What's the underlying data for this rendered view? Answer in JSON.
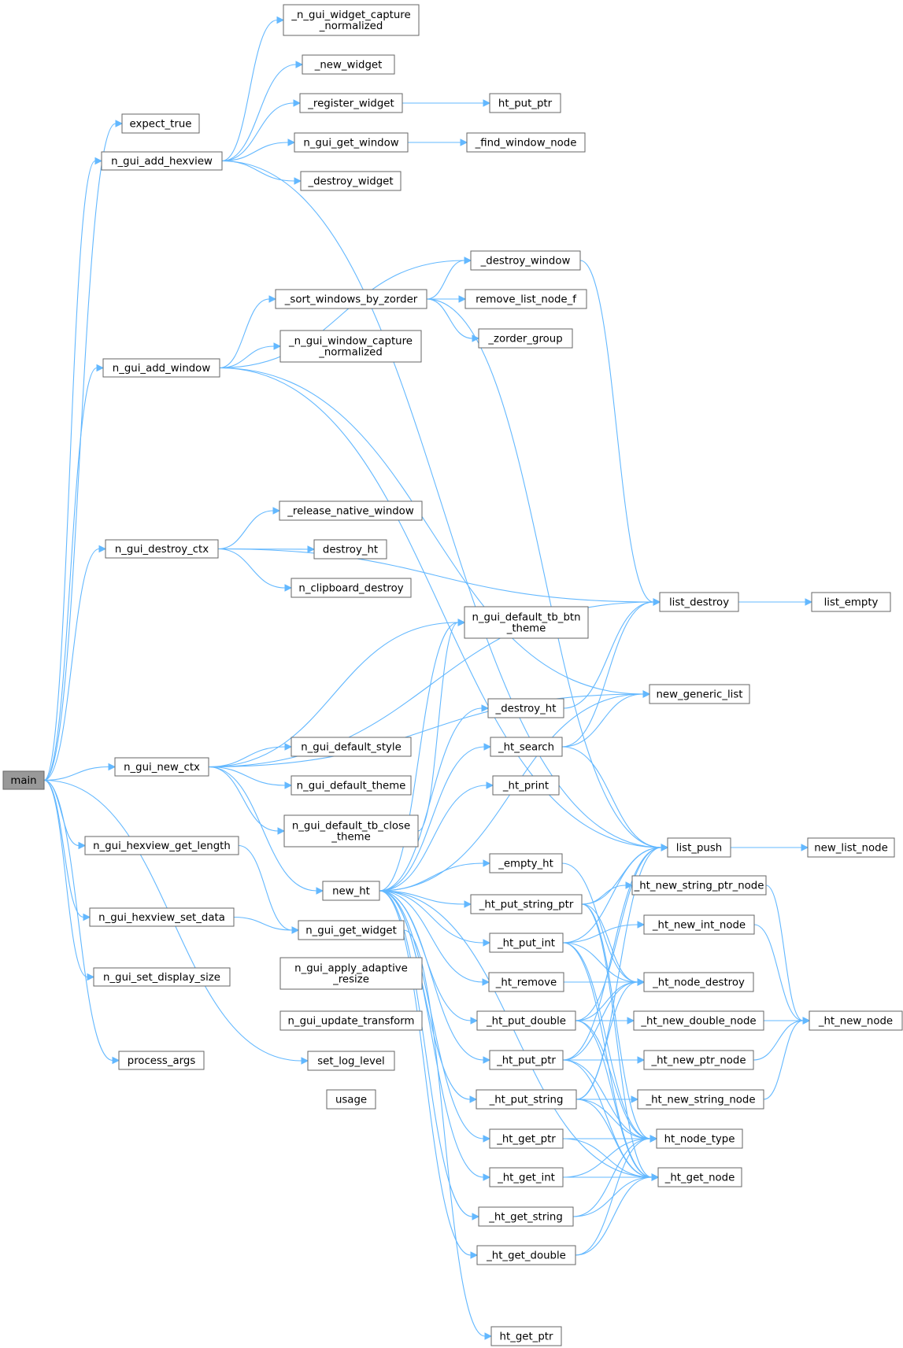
{
  "diagram": {
    "type": "call-graph",
    "colors": {
      "edge": "#63b8ff",
      "node_border": "#666666",
      "root_fill": "#999999",
      "node_fill": "#ffffff"
    },
    "root": "main",
    "nodes": {
      "main": [
        "main"
      ],
      "expect_true": [
        "expect_true"
      ],
      "n_gui_add_hexview": [
        "n_gui_add_hexview"
      ],
      "n_gui_widget_capture_normalized": [
        "_n_gui_widget_capture",
        "_normalized"
      ],
      "new_widget": [
        "_new_widget"
      ],
      "register_widget": [
        "_register_widget"
      ],
      "ht_put_ptr": [
        "ht_put_ptr"
      ],
      "n_gui_get_window": [
        "n_gui_get_window"
      ],
      "find_window_node": [
        "_find_window_node"
      ],
      "destroy_widget": [
        "_destroy_widget"
      ],
      "destroy_window": [
        "_destroy_window"
      ],
      "sort_windows_by_zorder": [
        "_sort_windows_by_zorder"
      ],
      "remove_list_node_f": [
        "remove_list_node_f"
      ],
      "zorder_group": [
        "_zorder_group"
      ],
      "n_gui_add_window": [
        "n_gui_add_window"
      ],
      "n_gui_window_capture_normalized": [
        "_n_gui_window_capture",
        "_normalized"
      ],
      "release_native_window": [
        "_release_native_window"
      ],
      "n_gui_destroy_ctx": [
        "n_gui_destroy_ctx"
      ],
      "destroy_ht": [
        "destroy_ht"
      ],
      "n_clipboard_destroy": [
        "n_clipboard_destroy"
      ],
      "list_destroy": [
        "list_destroy"
      ],
      "list_empty": [
        "list_empty"
      ],
      "n_gui_default_tb_btn_theme": [
        "n_gui_default_tb_btn",
        "_theme"
      ],
      "new_generic_list": [
        "new_generic_list"
      ],
      "_destroy_ht": [
        "_destroy_ht"
      ],
      "n_gui_default_style": [
        "n_gui_default_style"
      ],
      "ht_search": [
        "_ht_search"
      ],
      "n_gui_new_ctx": [
        "n_gui_new_ctx"
      ],
      "n_gui_default_theme": [
        "n_gui_default_theme"
      ],
      "ht_print": [
        "_ht_print"
      ],
      "n_gui_default_tb_close_theme": [
        "n_gui_default_tb_close",
        "_theme"
      ],
      "list_push": [
        "list_push"
      ],
      "new_list_node": [
        "new_list_node"
      ],
      "n_gui_hexview_get_length": [
        "n_gui_hexview_get_length"
      ],
      "empty_ht": [
        "_empty_ht"
      ],
      "new_ht": [
        "new_ht"
      ],
      "ht_new_string_ptr_node": [
        "_ht_new_string_ptr_node"
      ],
      "ht_put_string_ptr": [
        "_ht_put_string_ptr"
      ],
      "n_gui_hexview_set_data": [
        "n_gui_hexview_set_data"
      ],
      "n_gui_get_widget": [
        "n_gui_get_widget"
      ],
      "ht_new_int_node": [
        "_ht_new_int_node"
      ],
      "ht_put_int": [
        "_ht_put_int"
      ],
      "n_gui_set_display_size": [
        "n_gui_set_display_size"
      ],
      "n_gui_apply_adaptive_resize": [
        "n_gui_apply_adaptive",
        "_resize"
      ],
      "ht_remove": [
        "_ht_remove"
      ],
      "ht_node_destroy": [
        "_ht_node_destroy"
      ],
      "n_gui_update_transform": [
        "n_gui_update_transform"
      ],
      "ht_put_double": [
        "_ht_put_double"
      ],
      "ht_new_double_node": [
        "_ht_new_double_node"
      ],
      "ht_new_node": [
        "_ht_new_node"
      ],
      "process_args": [
        "process_args"
      ],
      "set_log_level": [
        "set_log_level"
      ],
      "ht_put_ptr_priv": [
        "_ht_put_ptr"
      ],
      "ht_new_ptr_node": [
        "_ht_new_ptr_node"
      ],
      "usage": [
        "usage"
      ],
      "ht_put_string": [
        "_ht_put_string"
      ],
      "ht_new_string_node": [
        "_ht_new_string_node"
      ],
      "ht_get_ptr_priv": [
        "_ht_get_ptr"
      ],
      "ht_node_type": [
        "ht_node_type"
      ],
      "ht_get_int": [
        "_ht_get_int"
      ],
      "ht_get_node": [
        "_ht_get_node"
      ],
      "ht_get_string": [
        "_ht_get_string"
      ],
      "ht_get_double": [
        "_ht_get_double"
      ],
      "ht_get_ptr": [
        "ht_get_ptr"
      ]
    }
  }
}
